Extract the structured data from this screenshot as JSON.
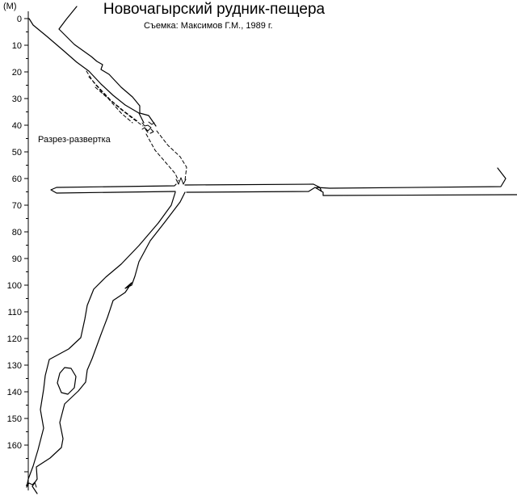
{
  "title": "Новочагырский рудник-пещера",
  "survey_credit": "Съемка: Максимов Г.М., 1989 г.",
  "section_label": "Разрез-развертка",
  "depth_axis": {
    "unit": "(M)",
    "min": 0,
    "max": 177,
    "tick_step": 10,
    "labels": [
      "0",
      "10",
      "20",
      "30",
      "40",
      "50",
      "60",
      "70",
      "80",
      "90",
      "100",
      "110",
      "120",
      "130",
      "140",
      "150",
      "160"
    ]
  },
  "colors": {
    "line": "#000000",
    "background": "#ffffff"
  }
}
